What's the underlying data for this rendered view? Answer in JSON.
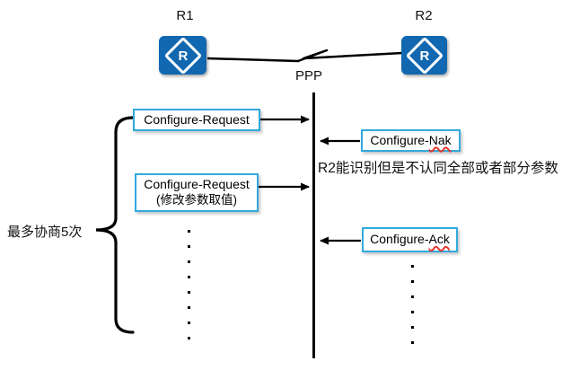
{
  "devices": {
    "left": {
      "label": "R1",
      "icon_glyph": "R"
    },
    "right": {
      "label": "R2",
      "icon_glyph": "R"
    }
  },
  "link": {
    "label": "PPP"
  },
  "negotiation": {
    "brace_label": "最多协商5次",
    "request1_label": "Configure-Request",
    "nak_prefix": "Configure-",
    "nak_word": "Nak",
    "nak_note": "R2能识别但是不认同全部或者部分参数",
    "request2_line1": "Configure-Request",
    "request2_line2": "(修改参数取值)",
    "ack_prefix": "Configure-",
    "ack_word": "Ack",
    "left_ellipsis_dots": 8,
    "right_ellipsis_dots": 6
  },
  "colors": {
    "router_blue": "#1168b0",
    "message_box_border": "#31a9dd",
    "spellcheck_red": "#e03a2f",
    "line_black": "#000000"
  }
}
